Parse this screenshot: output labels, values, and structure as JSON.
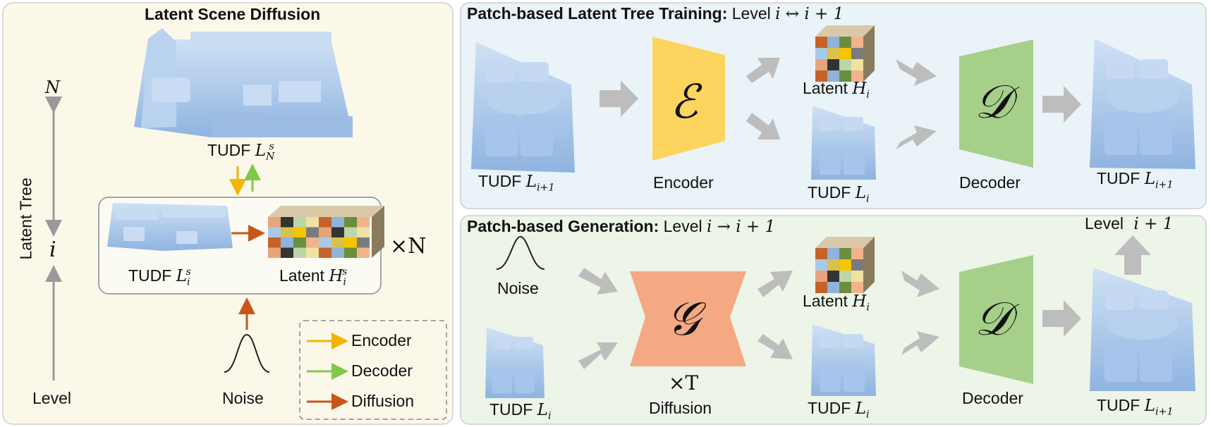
{
  "left_panel": {
    "title": "Latent Scene Diffusion",
    "axis_label": "Latent Tree",
    "axis_top": "N",
    "axis_mid": "i",
    "axis_bottom": "Level",
    "top_scene_label": "TUDF",
    "top_scene_math": "L",
    "top_scene_sub": "N",
    "top_scene_sup": "s",
    "box_scene_label": "TUDF",
    "box_scene_math": "L",
    "box_scene_sub": "i",
    "box_scene_sup": "s",
    "box_latent_label": "Latent",
    "box_latent_math": "H",
    "box_latent_sub": "i",
    "box_latent_sup": "s",
    "repeat": "×N",
    "noise_label": "Noise",
    "legend": [
      {
        "label": "Encoder",
        "color": "#f4b400"
      },
      {
        "label": "Decoder",
        "color": "#7fc94a"
      },
      {
        "label": "Diffusion",
        "color": "#c8561a"
      }
    ]
  },
  "top_panel": {
    "title_bold": "Patch-based Latent Tree Training:",
    "title_rest": "Level",
    "title_math": "i ↔ i + 1",
    "input_label": "TUDF",
    "input_math": "L",
    "input_sub": "i+1",
    "encoder_symbol": "ℰ",
    "encoder_label": "Encoder",
    "latent_label": "Latent",
    "latent_math": "H",
    "latent_sub": "i",
    "mid_label": "TUDF",
    "mid_math": "L",
    "mid_sub": "i",
    "decoder_symbol": "𝒟",
    "decoder_label": "Decoder",
    "output_label": "TUDF",
    "output_math": "L",
    "output_sub": "i+1"
  },
  "bottom_panel": {
    "title_bold": "Patch-based Generation:",
    "title_rest": "Level",
    "title_math": "i → i + 1",
    "noise_label": "Noise",
    "input_label": "TUDF",
    "input_math": "L",
    "input_sub": "i",
    "diffusion_symbol": "𝒢",
    "diffusion_repeat": "×T",
    "diffusion_label": "Diffusion",
    "latent_label": "Latent",
    "latent_math": "H",
    "latent_sub": "i",
    "mid_label": "TUDF",
    "mid_math": "L",
    "mid_sub": "i",
    "decoder_symbol": "𝒟",
    "decoder_label": "Decoder",
    "output_label": "TUDF",
    "output_math": "L",
    "output_sub": "i+1",
    "level_up_label": "Level",
    "level_up_math": "i + 1"
  },
  "colors": {
    "left_bg": "#fbf8ea",
    "top_bg": "#e9f3f8",
    "bottom_bg": "#ecf5e8",
    "encoder": "#fdd55e",
    "decoder": "#a6d08a",
    "diffusion": "#f4a983",
    "arrow_gray": "#bdbdbd",
    "scene_blue": "#a9c8ec"
  }
}
